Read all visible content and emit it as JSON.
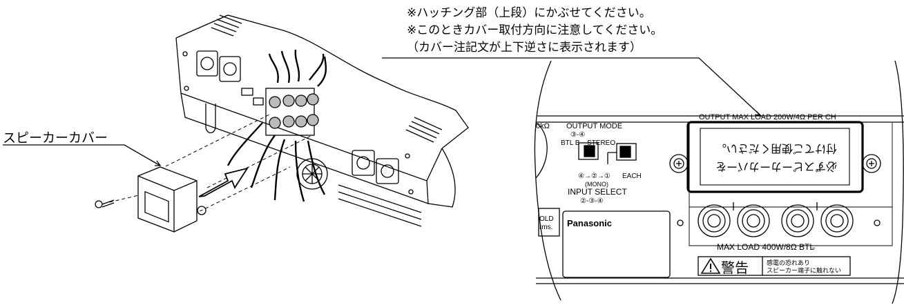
{
  "notes": [
    "※ハッチング部（上段）にかぶせてください。",
    "※このときカバー取付方向に注意してください。",
    "（カバー注記文が上下逆さに表示されます）"
  ],
  "cover_label": "スピーカーカバー",
  "panel": {
    "impedance_fragment": "0kΩ",
    "output_mode_label": "OUTPUT MODE",
    "output_mode_channels": "③-④",
    "btl_b_label": "BTL B",
    "stereo_label": "STEREO",
    "mono_route": "④→②→①",
    "each_label": "EACH",
    "mono_label": "(MONO)",
    "input_select_label": "INPUT SELECT",
    "input_select_channels": "②-③-④",
    "output_load_label": "OUTPUT MAX LOAD 200W/4Ω PER CH",
    "max_load_btl_label": "MAX LOAD 400W/8Ω BTL",
    "brand": "Panasonic",
    "fragment_old": "OLD",
    "fragment_rms": "rms.",
    "cover_text_line1": "必ずスピーカーカバーを",
    "cover_text_line2": "付けてご使用ください。",
    "warning_label": "警告",
    "warning_text_line1": "感電の恐れあり",
    "warning_text_line2": "スピーカー端子に触れない",
    "polarity_minus": "−"
  }
}
